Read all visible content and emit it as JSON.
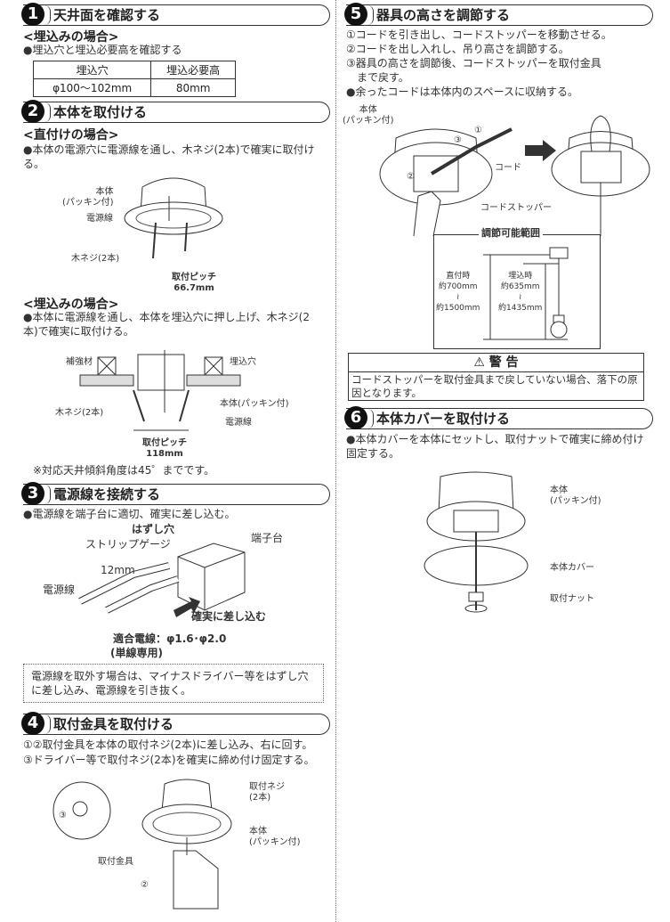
{
  "step1": {
    "num": "1",
    "title": "天井面を確認する",
    "sub": "<埋込みの場合>",
    "bullet": "●埋込穴と埋込必要高を確認する",
    "table": {
      "headers": [
        "埋込穴",
        "埋込必要高"
      ],
      "rows": [
        [
          "φ100〜102mm",
          "80mm"
        ]
      ]
    }
  },
  "step2": {
    "num": "2",
    "title": "本体を取付ける",
    "direct": {
      "sub": "<直付けの場合>",
      "text": "●本体の電源穴に電源線を通し、木ネジ(2本)で確実に取付ける。",
      "labels": {
        "body": "本体\n(パッキン付)",
        "wire": "電源線",
        "screw": "木ネジ(2本)",
        "pitch": "取付ピッチ\n66.7mm"
      }
    },
    "embed": {
      "sub": "<埋込みの場合>",
      "text": "●本体に電源線を通し、本体を埋込穴に押し上げ、木ネジ(2本)で確実に取付ける。",
      "labels": {
        "reinforce": "補強材",
        "hole": "埋込穴",
        "screw": "木ネジ(2本)",
        "body": "本体(パッキン付)",
        "wire": "電源線",
        "pitch": "取付ピッチ\n118mm"
      },
      "note": "※対応天井傾斜角度は45゜までです。"
    }
  },
  "step3": {
    "num": "3",
    "title": "電源線を接続する",
    "text": "●電源線を端子台に適切、確実に差し込む。",
    "labels": {
      "release": "はずし穴",
      "strip": "ストリップゲージ",
      "terminal": "端子台",
      "length": "12mm",
      "wire": "電源線",
      "insert": "確実に差し込む",
      "spec": "適合電線：φ1.6･φ2.0",
      "spec2": "(単線専用)"
    },
    "note": "電源線を取外す場合は、マイナスドライバー等をはずし穴に差し込み、電源線を引き抜く。"
  },
  "step4": {
    "num": "4",
    "title": "取付金具を取付ける",
    "lines": [
      "①②取付金具を本体の取付ネジ(2本)に差し込み、右に回す。",
      "③ドライバー等で取付ネジ(2本)を確実に締め付け固定する。"
    ],
    "labels": {
      "screw": "取付ネジ\n(2本)",
      "body": "本体\n(パッキン付)",
      "bracket": "取付金具",
      "c2": "②",
      "c3": "③"
    }
  },
  "step5": {
    "num": "5",
    "title": "器具の高さを調節する",
    "lines": [
      "①コードを引き出し、コードストッパーを移動させる。",
      "②コードを出し入れし、吊り高さを調節する。",
      "③器具の高さを調節後、コードストッパーを取付金具",
      "　まで戻す。",
      "●余ったコードは本体内のスペースに収納する。"
    ],
    "labels": {
      "body": "本体\n(パッキン付)",
      "cord": "コード",
      "stopper": "コードストッパー",
      "c1": "①",
      "c2": "②",
      "c3": "③"
    },
    "range": {
      "title": "調節可能範囲",
      "direct": "直付時\n約700mm\n≀\n約1500mm",
      "embed": "埋込時\n約635mm\n≀\n約1435mm"
    }
  },
  "warning": {
    "title": "⚠ 警 告",
    "text": "コードストッパーを取付金具まで戻していない場合、落下の原因となります。"
  },
  "step6": {
    "num": "6",
    "title": "本体カバーを取付ける",
    "text": "●本体カバーを本体にセットし、取付ナットで確実に締め付け固定する。",
    "labels": {
      "body": "本体\n(パッキン付)",
      "cover": "本体カバー",
      "nut": "取付ナット"
    }
  }
}
